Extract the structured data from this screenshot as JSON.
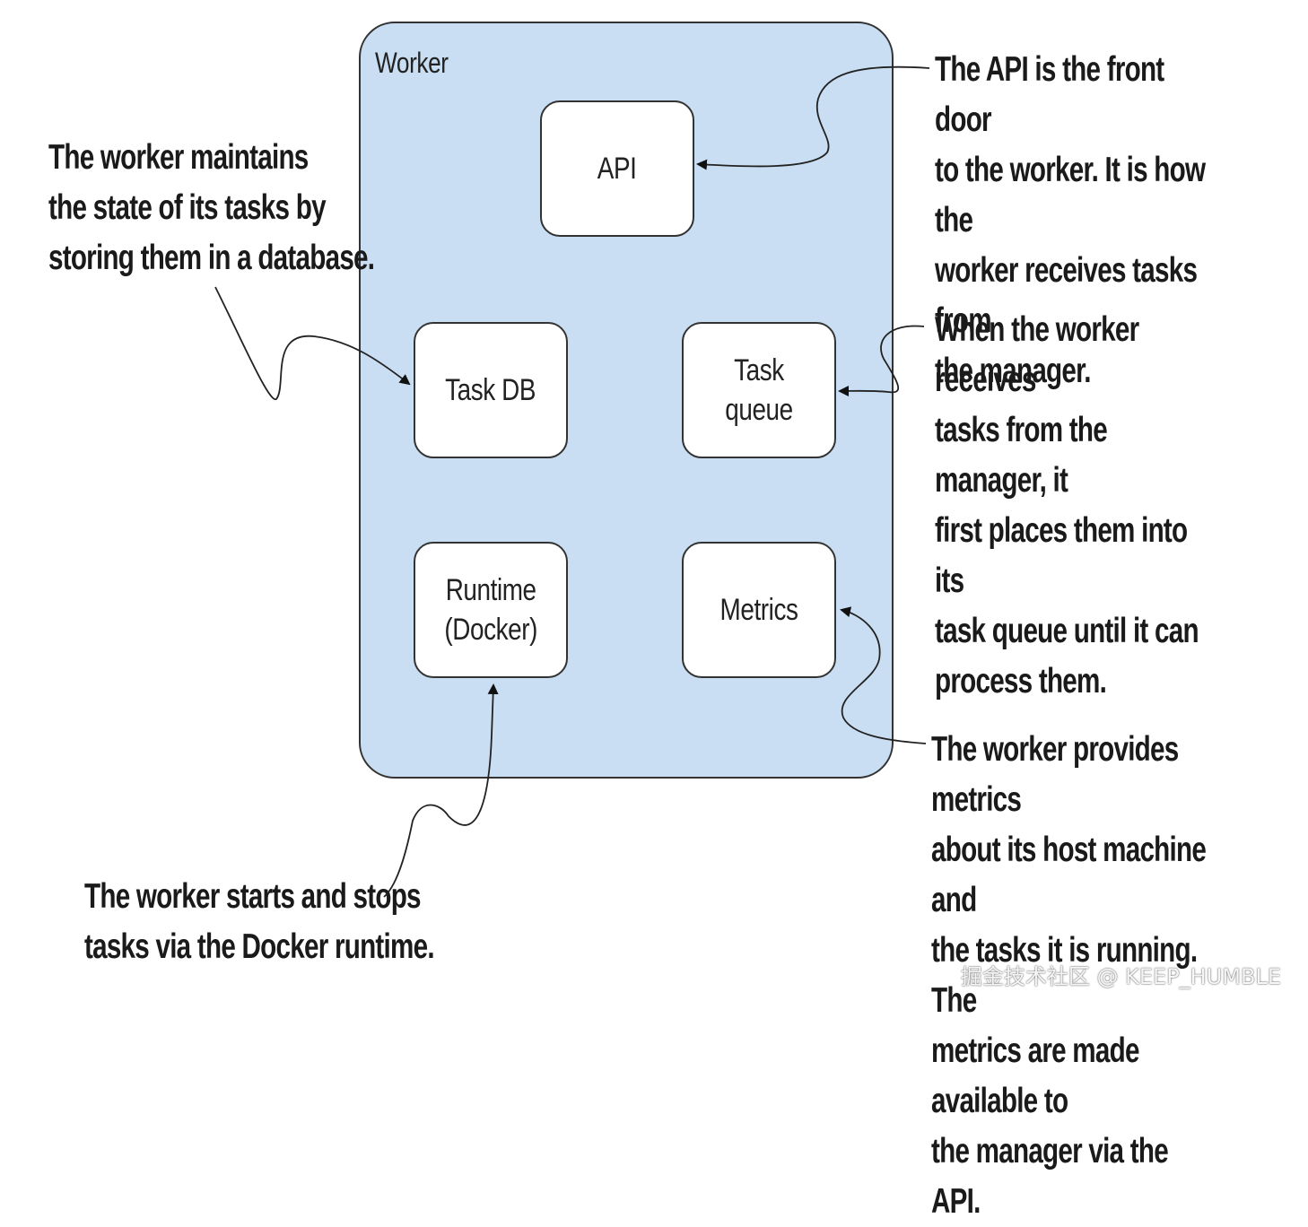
{
  "diagram": {
    "container_title": "Worker",
    "components": {
      "api": "API",
      "task_db": "Task DB",
      "task_queue": "Task queue",
      "runtime_line1": "Runtime",
      "runtime_line2": "(Docker)",
      "metrics": "Metrics"
    },
    "annotations": {
      "api_note": "The API is the front door\nto the worker. It is how the\nworker receives tasks from\nthe manager.",
      "task_db_note": "The worker maintains\nthe state of its tasks by\nstoring them in a database.",
      "task_queue_note": "When the worker receives\ntasks from the manager, it\nfirst places them into its\ntask queue until it can\nprocess them.",
      "metrics_note": "The worker provides metrics\nabout its host machine and\nthe tasks it is running. The\nmetrics are made available to\nthe manager via the API.",
      "runtime_note": "The worker starts and stops\ntasks via the Docker runtime."
    },
    "watermark": "掘金技术社区 @ KEEP_HUMBLE"
  }
}
